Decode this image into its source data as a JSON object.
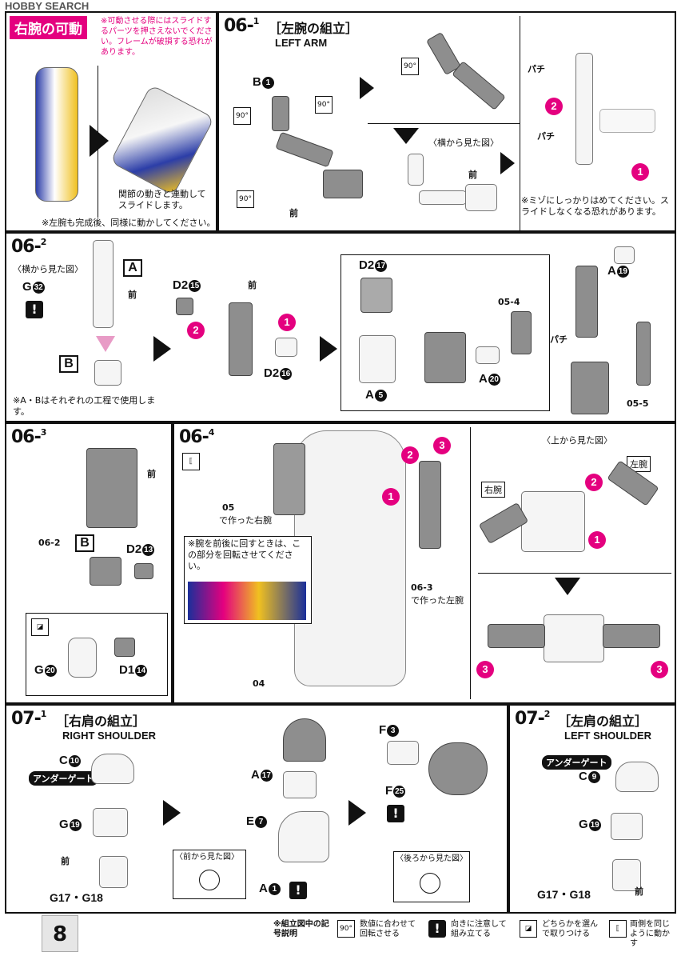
{
  "header": {
    "watermark": "HOBBY SEARCH"
  },
  "right_arm_motion": {
    "title": "右腕の可動",
    "warning": "※可動させる際にはスライドするパーツを押さえないでください。フレームが破損する恐れがあります。",
    "slide_note": "関節の動きと連動してスライドします。",
    "left_arm_note": "※左腕も完成後、同様に動かしてください。"
  },
  "step_06_1": {
    "step": "06-",
    "sub": "1",
    "title_jp": "［左腕の組立］",
    "title_en": "LEFT ARM",
    "part_b1": "B",
    "part_b1_num": "1",
    "angle_90": "90°",
    "front": "前",
    "side_view": "〈横から見た図〉",
    "snap": "パチ",
    "groove_note": "※ミゾにしっかりはめてください。スライドしなくなる恐れがあります。",
    "badges": [
      "1",
      "2"
    ]
  },
  "step_06_2": {
    "step": "06-",
    "sub": "2",
    "side_view": "〈横から見た図〉",
    "box_a": "A",
    "box_b": "B",
    "part_g32": "G",
    "part_g32_num": "32",
    "front": "前",
    "d2_15": "D2",
    "d2_15_num": "15",
    "d2_16": "D2",
    "d2_16_num": "16",
    "d2_17": "D2",
    "d2_17_num": "17",
    "a5": "A",
    "a5_num": "5",
    "ref_05_4": "05-4",
    "a20": "A",
    "a20_num": "20",
    "a19": "A",
    "a19_num": "19",
    "ref_05_5": "05-5",
    "snap": "パチ",
    "ab_note": "※A・Bはそれぞれの工程で使用します。"
  },
  "step_06_3": {
    "step": "06-",
    "sub": "3",
    "front": "前",
    "ref": "06-2",
    "box_b": "B",
    "d2_13": "D2",
    "d2_13_num": "13",
    "g20": "G",
    "g20_num": "20",
    "d1_14": "D1",
    "d1_14_num": "14"
  },
  "step_06_4": {
    "step": "06-",
    "sub": "4",
    "ref_05": "05",
    "right_arm_made": "で作った右腕",
    "rotate_note": "※腕を前後に回すときは、この部分を回転させてください。",
    "ref_06_3": "06-3",
    "left_arm_made": "で作った左腕",
    "ref_04": "04",
    "top_view": "〈上から見た図〉",
    "right_arm": "右腕",
    "left_arm": "左腕",
    "badges": [
      "1",
      "2",
      "3"
    ]
  },
  "step_07_1": {
    "step": "07-",
    "sub": "1",
    "title_jp": "［右肩の組立］",
    "title_en": "RIGHT SHOULDER",
    "c10": "C",
    "c10_num": "10",
    "undergate": "アンダーゲート",
    "g19": "G",
    "g19_num": "19",
    "front": "前",
    "g17_18": "G17・G18",
    "a17": "A",
    "a17_num": "17",
    "e7": "E",
    "e7_num": "7",
    "front_view": "〈前から見た図〉",
    "a1": "A",
    "a1_num": "1",
    "f3": "F",
    "f3_num": "3",
    "f25": "F",
    "f25_num": "25",
    "back_view": "〈後ろから見た図〉"
  },
  "step_07_2": {
    "step": "07-",
    "sub": "2",
    "title_jp": "［左肩の組立］",
    "title_en": "LEFT SHOULDER",
    "undergate": "アンダーゲート",
    "c9": "C",
    "c9_num": "9",
    "g19": "G",
    "g19_num": "19",
    "g17_18": "G17・G18",
    "front": "前"
  },
  "footer": {
    "page_number": "8",
    "legend_title": "※組立図中の記号説明",
    "legend": [
      {
        "icon": "90°",
        "text": "数値に合わせて回転させる"
      },
      {
        "icon": "!",
        "text": "向きに注意して組み立てる"
      },
      {
        "icon": "◪",
        "text": "どちらかを選んで取りつける"
      },
      {
        "icon": "⟦",
        "text": "両側を同じように動かす"
      }
    ]
  },
  "colors": {
    "accent": "#e4007f",
    "ink": "#111111",
    "part_gray": "#8e8e8e"
  }
}
